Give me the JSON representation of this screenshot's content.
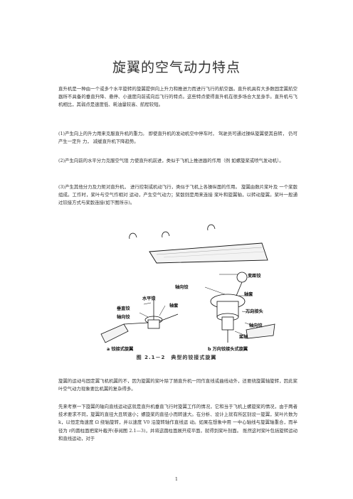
{
  "page_title": "旋翼的空气动力特点",
  "paragraphs": {
    "intro": "直升机是一种由一个或多个水平旋转的旋翼提供向上升力和推进力而进行飞行的航空器。直升机具有大多数固定翼航空器所不具备的垂直升降、悬停、小速度向前或向后飞行的特点。这些特点使得直升机在很多场合大显身手。直升机与飞机相比，其弱点是速度低、耗油量较高、航程较短。",
    "item1": "(1)产生向上的升力用来克服直升机的重力。 即使直升机的发动机空中停车时， 驾驶员可通过操纵旋翼使其自转， 仍可产生一定升 力， 减缓直升机下降趋势。",
    "item2": "(2)产生向前的水平分力克服空气阻 力使直升机前进，类似于飞机上推进器的作用（例 如螺旋桨或喷气发动机）。",
    "item3": "(3)产生其他分力及力矩对直升机， 进行控制或机动飞行，类似于飞机上各操纵面的作用。 旋翼由数片桨叶及 一个桨毂组成。工作时，桨叶与空气作相对 运动，产生空气动力；桨毂则是用来连接 桨叶和旋翼轴，以转动旋翼。桨叶一般通过铰接方式与桨毂连接(如下图所示)。",
    "para5": "旋翼的运动与固定翼飞机机翼的不，因为旋翼的桨叶除了随直升机一同作直线或曲线动外，还要绕旋翼轴旋转，因此桨叶空气动力现象要比机翼的复杂得多。",
    "para6": "先来考察一下旋翼的轴向直线运动这就是直升机垂直飞行时旋翼工作的情况，它和当于飞机上螺旋桨的情况，由于两者技术要求不同，旋翼的直径大且转速小；螺旋桨的直径小而转速大。在分析、设计上就有所区别设一旋翼，桨叶片数为 k，以恒定角速度 Ω 绕轴旋转，并以速度 V0 沿旋转轴作直线运 动。如果在想象中用 一中心轴线与旋翼轴重合，而半径为 r的圆柱面把桨叶截开(参阅图 2.1—3)，并将这圆柱面展开成平面，就得到桨叶剖面。 既然这时桨叶包括旋转运动和直线运动，对于"
  },
  "figure": {
    "labels": {
      "bianju_jiao": "变距铰",
      "zhouxiang_jiao": "轴向铰",
      "zhouxiang_jiao_left": "轴向铰",
      "zhougai": "轴套",
      "shuiping_jiao": "水平铰",
      "chuizhi_jiao": "垂直铰",
      "zhougai_left": "轴套",
      "wanxiang_jietou": "万向接头",
      "zhouxiang_jiao_right": "轴向铰",
      "jiangzhou": "桨轴",
      "sub_a": "a 铰接式旋翼",
      "sub_b": "b 万向铰接头式旋翼"
    },
    "caption": "图 2.1－2　典型的铰接式旋翼"
  },
  "page_number": "1"
}
